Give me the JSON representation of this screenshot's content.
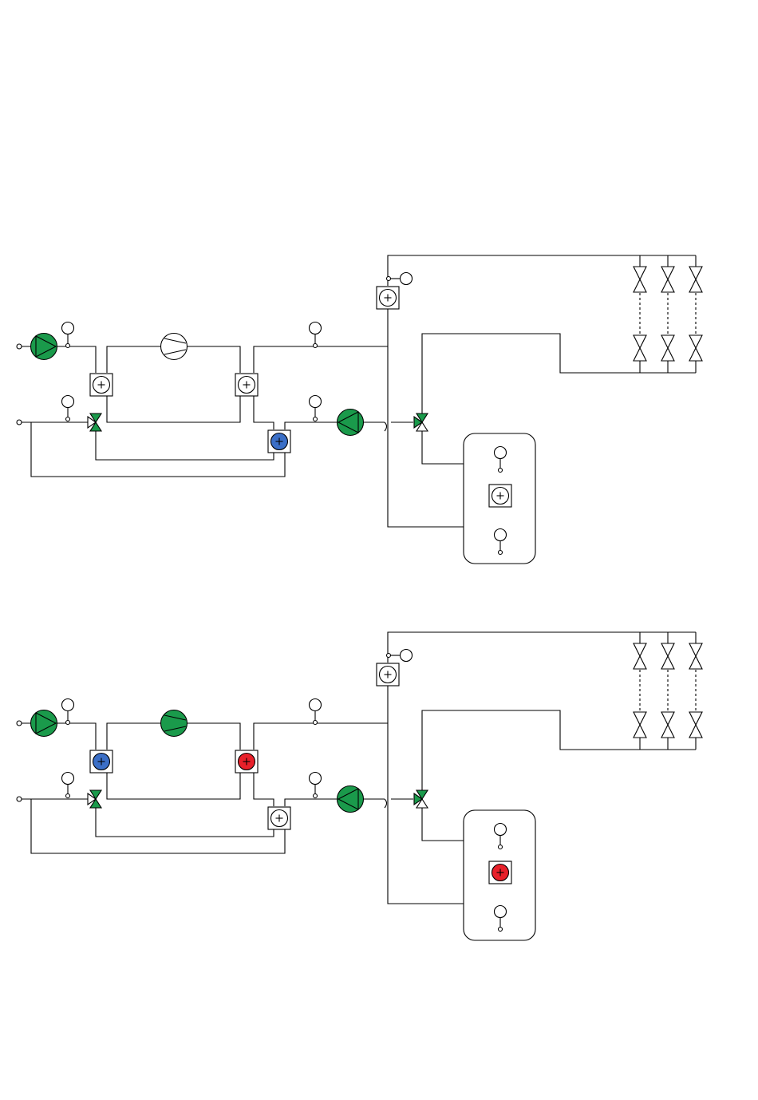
{
  "colors": {
    "active": "#1a9a4b",
    "off": "#ffffff",
    "cooling": "#3b6fc7",
    "heating": "#e8202a",
    "line": "#000000"
  },
  "icons": {
    "circulation_pump": "pump-icon",
    "compressor": "compressor-icon",
    "heat_exchanger": "heat-exchanger-icon",
    "three_way_valve": "three-way-valve-icon",
    "two_way_valve": "valve-icon",
    "sensor": "temperature-sensor-icon",
    "connection": "pipe-connection-icon",
    "storage_tank": "storage-tank-icon"
  },
  "diagrams": [
    {
      "id": "diagram-top",
      "state": {
        "source_pump": "active",
        "compressor": "off",
        "hx_left": "off",
        "hx_middle": "off",
        "hx_bottom": "cooling",
        "hx_top": "off",
        "hx_tank": "off",
        "load_pump": "active",
        "valve_left": "active",
        "valve_right": "active"
      }
    },
    {
      "id": "diagram-bottom",
      "state": {
        "source_pump": "active",
        "compressor": "active",
        "hx_left": "cooling",
        "hx_middle": "heating",
        "hx_bottom": "off",
        "hx_top": "off",
        "hx_tank": "heating",
        "load_pump": "active",
        "valve_left": "active",
        "valve_right": "active"
      }
    }
  ]
}
